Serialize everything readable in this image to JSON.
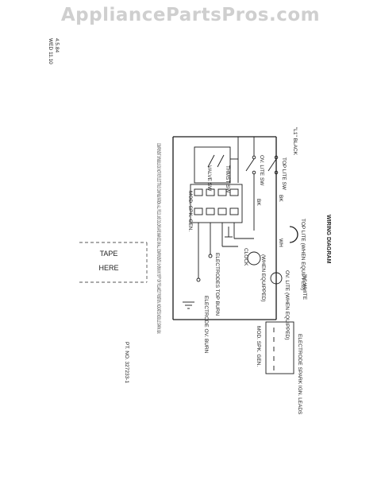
{
  "watermark": "AppliancePartsPros.com",
  "date_code": "4.5.84",
  "rev_code": "WED 11.10",
  "diagram_title": "WIRING DIAGRAM",
  "part_number": "PT. NO. 327233-1",
  "tape_line1": "TAPE",
  "tape_line2": "HERE",
  "labels": {
    "l1_black": "\"L1\" BLACK",
    "n_white": "\"N\" WHITE",
    "top_lite_sw": "TOP LITE SW",
    "ov_lite_sw": "OV. LITE SW",
    "thmst_sw": "THMST SW",
    "valve_sw": "VALVE SW",
    "mod_spk_gen": "MOD. SPK. GEN.",
    "electrodes_top_burn": "ELECTRODES TOP BURN",
    "electrode_ov_burn": "ELECTRODE OV. BURN",
    "clock": "CLOCK",
    "when_equipped": "(WHEN EQUIPPED)",
    "ov_lite_when_equipped": "OV. LITE (WHEN EQUIPPED)",
    "top_lite_when_equipped": "TOP LITE (WHEN EQUIPPED)",
    "bk": "BK",
    "wh": "WH",
    "electrode_spark_ign_leads": "ELECTRODE SPARK IGN. LEADS",
    "mod_spk_gen_short": "MOD. SPK. GEN."
  },
  "notes": "COMPONENT SYMBOLS DO NOT REFLECT TRUE CONFIGURATION. ALL FIELD LINE COLORS ARE MARKED ON ALL COMPONENTS. SHOWN IN \"OFF\" OR \"RELAXED\" POSITION. INDICATES MODULE SPARK IGN."
}
